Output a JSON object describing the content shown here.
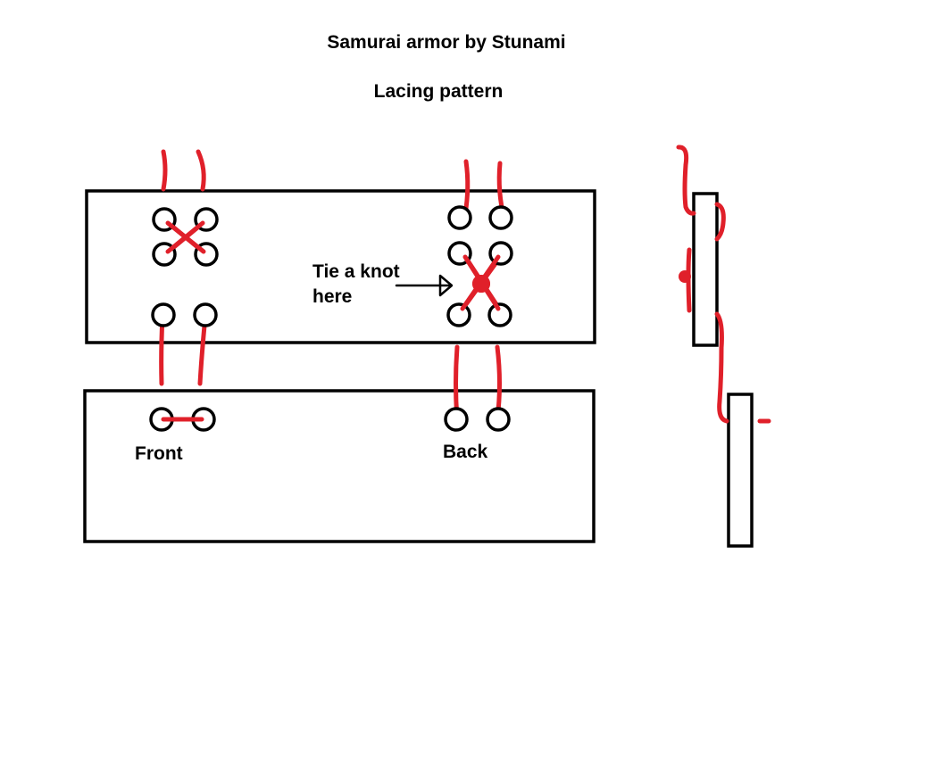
{
  "title": "Samurai armor by Stunami",
  "subtitle": "Lacing pattern",
  "labels": {
    "knot_line1": "Tie a knot",
    "knot_line2": "here",
    "front": "Front",
    "back": "Back"
  },
  "colors": {
    "lace": "#e0202a",
    "outline": "#000000",
    "background": "#ffffff"
  }
}
